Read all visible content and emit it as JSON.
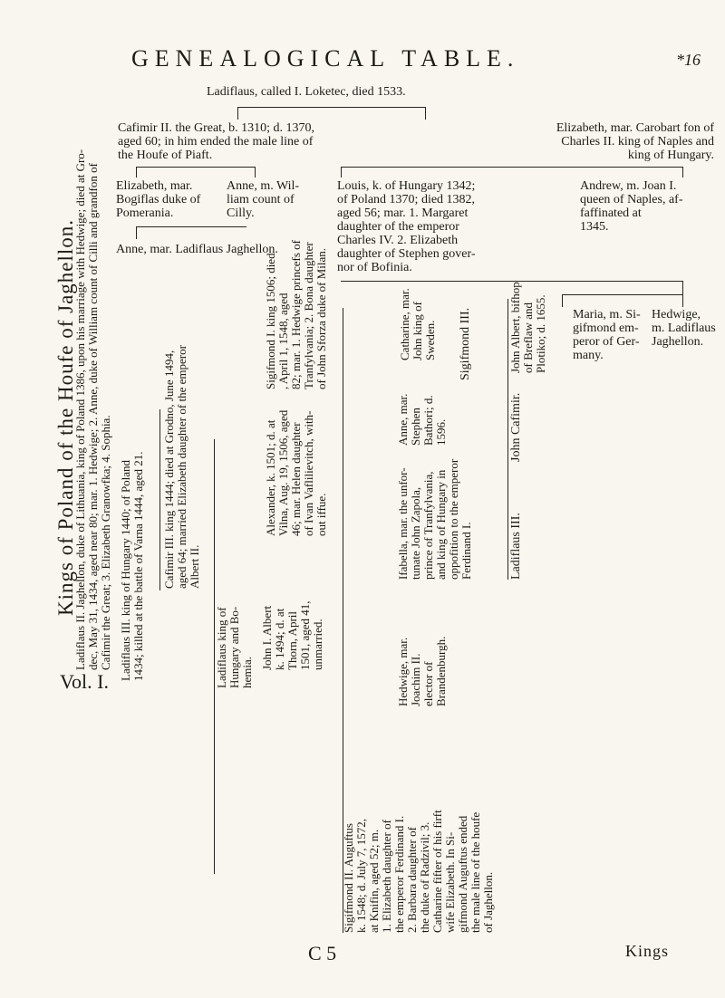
{
  "header": {
    "title": "GENEALOGICAL TABLE.",
    "page_number": "*16"
  },
  "side_title": "Kings of Poland of the Houfe of Jaghellon.",
  "root": {
    "text": "Ladiflaus, called I. Loketec, died 1533."
  },
  "gen1": {
    "casimir": [
      "Cafimir II. the Great, b. 1310; d. 1370,",
      "aged 60; in him ended the male line of",
      "the Houfe of Piaft."
    ],
    "elizabeth": [
      "Elizabeth, mar. Carobart fon of",
      "Charles II. king of Naples and",
      "king of Hungary."
    ]
  },
  "gen2": {
    "elizabeth_bogiflas": [
      "Elizabeth, mar.",
      "Bogiflas duke of",
      "Pomerania."
    ],
    "anne_wil": [
      "Anne, m. Wil-",
      "liam count of",
      "Cilly."
    ],
    "anne_ladiflaus": "Anne, mar. Ladiflaus Jaghellon.",
    "louis": [
      "Louis, k. of Hungary 1342;",
      "of Poland 1370; died 1382,",
      "aged 56; mar. 1. Margaret",
      "daughter of the emperor",
      "Charles IV. 2. Elizabeth",
      "daughter of Stephen gover-",
      "nor of Bofinia."
    ],
    "andrew": [
      "Andrew, m. Joan I.",
      "queen of Naples, af-",
      "faffinated at",
      "1345."
    ]
  },
  "rotated": {
    "ladiflaus2": [
      "Ladiflaus II. Jaghellon, duke of Lithuania, king of Poland 1386, upon his marriage with Hedwige; died at Gro-",
      "dec, May 31, 1434, aged near 80; mar. 1. Hedwige; 2. Anne, duke of William count of Cilli and grandfon of",
      "Cafimir the Great; 3. Elizabeth Granowfka; 4. Sophia."
    ],
    "ladiflaus3": [
      "Ladiflaus III. king of Hungary 1440; of Poland",
      "1434; killed at the battle of Varna 1444, aged 21."
    ],
    "casimir3": [
      "Cafimir III. king 1444; died at Grodno, June 1494,",
      "aged 64; married Elizabeth daughter of the emperor",
      "Albert II."
    ],
    "ladiflaus_hungary": [
      "Ladiflaus king of",
      "Hungary and Bo-",
      "hemia."
    ],
    "john_albert": [
      "John I. Albert",
      "k. 1494; d. at",
      "Thorn, April",
      "1501, aged 41,",
      "unmarried."
    ],
    "alexander": [
      "Alexander, k. 1501; d. at",
      "Vilna, Aug. 19, 1506, aged",
      "46; mar. Helen daughter",
      "of Ivan Vaflilievitch, with-",
      "out iffue."
    ],
    "sigifmond1": [
      "Sigifmond I. king 1506; died",
      ", April 1, 1548, aged",
      "82; mar. 1. Hedwige princefs of",
      "Tranfylvania; 2. Bona daughter",
      "of John Sforza duke of Milan."
    ],
    "sigifmond2": [
      "Sigifmond II. Auguftus",
      "k. 1548; d. July 7, 1572,",
      "at Knifin, aged 52; m.",
      "1. Elizabeth daughter of",
      "the emperor Ferdinand I.",
      "2. Barbara daughter of",
      "the duke of Radzivil; 3.",
      "Catharine fifter of his firft",
      "wife Elizabeth. In Si-",
      "gifmond Auguftus ended",
      "the male line of the houfe",
      "of Jaghellon."
    ],
    "hedwige_joachim": [
      "Hedwige, mar.",
      "Joachim II.",
      "elector of",
      "Brandenburgh."
    ],
    "isabella": [
      "Ifabella, mar. the unfor-",
      "tunate John Zapola,",
      "prince of Tranfylvania,",
      "and king of Hungary in",
      "oppofition to the emperor",
      "Ferdinand I."
    ],
    "anne_stephen": [
      "Anne, mar.",
      "Stephen",
      "Bathori; d.",
      "1596."
    ],
    "catharine": [
      "Catharine, mar.",
      "John king of",
      "Sweden."
    ],
    "sigifmond3": "Sigifmond III.",
    "ladiflaus_iii_b": "Ladiflaus III.",
    "john_cafimir": "John Cafimir.",
    "john_albert_bishop": [
      "John Albert, bifhop",
      "of Breflaw and",
      "Plotiko; d. 1655."
    ]
  },
  "right_bottom": {
    "maria": [
      "Maria, m. Si-",
      "gifmond em-",
      "peror of Ger-",
      "many."
    ],
    "hedwige": [
      "Hedwige,",
      "m. Ladiflaus",
      "Jaghellon."
    ]
  },
  "footer": {
    "volume": "Vol. I.",
    "signature": "C 5",
    "catchword": "Kings"
  }
}
